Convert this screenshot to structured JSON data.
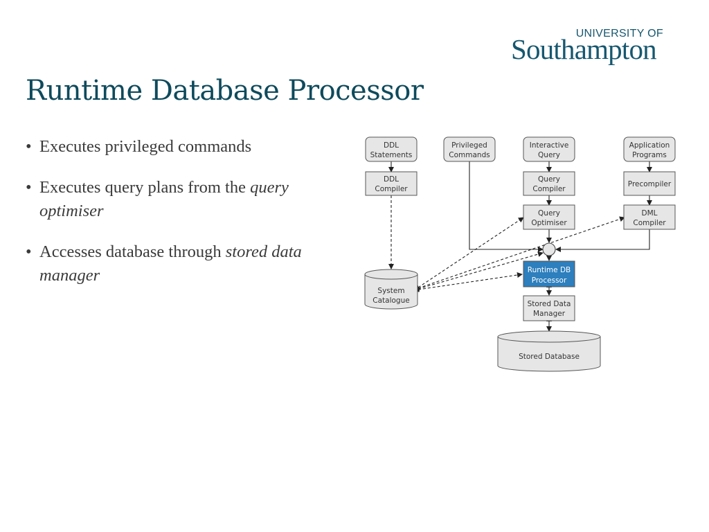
{
  "logo": {
    "line1": "UNIVERSITY OF",
    "line2": "Southampton"
  },
  "title": "Runtime Database Processor",
  "bullets": [
    {
      "text": "Executes privileged commands",
      "italic": ""
    },
    {
      "text": "Executes query plans from the ",
      "italic": "query optimiser"
    },
    {
      "text": "Accesses database through ",
      "italic": "stored data manager"
    }
  ],
  "diagram": {
    "nodes": {
      "ddl_statements": [
        "DDL",
        "Statements"
      ],
      "privileged_commands": [
        "Privileged",
        "Commands"
      ],
      "interactive_query": [
        "Interactive",
        "Query"
      ],
      "application_programs": [
        "Application",
        "Programs"
      ],
      "ddl_compiler": [
        "DDL",
        "Compiler"
      ],
      "query_compiler": [
        "Query",
        "Compiler"
      ],
      "precompiler": [
        "Precompiler"
      ],
      "query_optimiser": [
        "Query",
        "Optimiser"
      ],
      "dml_compiler": [
        "DML",
        "Compiler"
      ],
      "runtime_db_processor": [
        "Runtime DB",
        "Processor"
      ],
      "stored_data_manager": [
        "Stored Data",
        "Manager"
      ],
      "system_catalogue": [
        "System",
        "Catalogue"
      ],
      "stored_database": [
        "Stored Database"
      ]
    },
    "colors": {
      "box_fill": "#e6e6e6",
      "box_stroke": "#555555",
      "highlight_fill": "#2d7fbd"
    }
  }
}
